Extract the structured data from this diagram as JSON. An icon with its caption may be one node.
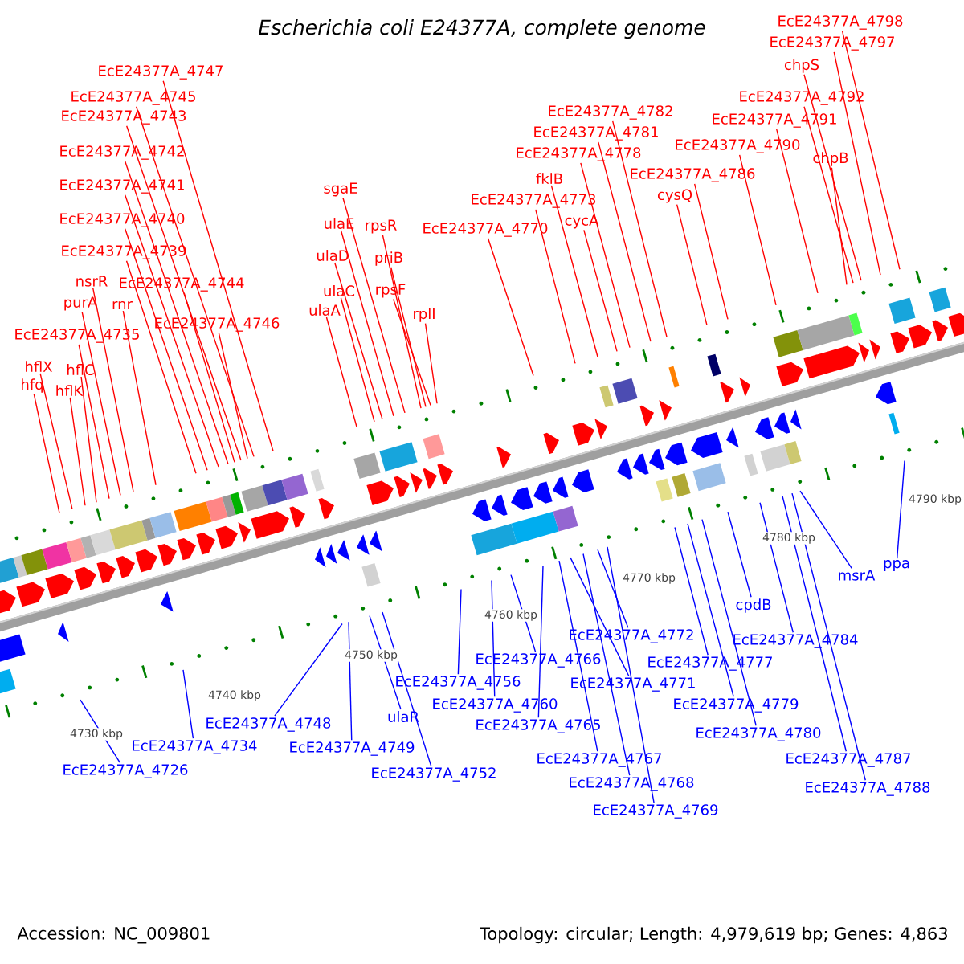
{
  "diagram": {
    "title": "Escherichia coli E24377A, complete genome",
    "nodes": [
      {
        "text": [
          "EcE24377A_4747"
        ]
      },
      {
        "text": [
          "EcE24377A_4745"
        ]
      },
      {
        "text": [
          "EcE24377A_4743"
        ]
      },
      {
        "text": [
          "EcE24377A_4742"
        ]
      },
      {
        "text": [
          "EcE24377A_4741"
        ]
      },
      {
        "text": [
          "EcE24377A_4740"
        ]
      },
      {
        "text": [
          "EcE24377A_4739"
        ]
      },
      {
        "text": [
          "nsrR"
        ]
      },
      {
        "text": [
          "EcE24377A_4744"
        ]
      },
      {
        "text": [
          "purA"
        ]
      },
      {
        "text": [
          "rnr"
        ]
      },
      {
        "text": [
          "EcE24377A_4746"
        ]
      },
      {
        "text": [
          "EcE24377A_4735"
        ]
      },
      {
        "text": [
          "hflX"
        ]
      },
      {
        "text": [
          "hflC"
        ]
      },
      {
        "text": [
          "hfq"
        ]
      },
      {
        "text": [
          "hflK"
        ]
      },
      {
        "text": [
          "sgaE"
        ]
      },
      {
        "text": [
          "ulaE"
        ]
      },
      {
        "text": [
          "rpsR"
        ]
      },
      {
        "text": [
          "ulaD"
        ]
      },
      {
        "text": [
          "priB"
        ]
      },
      {
        "text": [
          "ulaC"
        ]
      },
      {
        "text": [
          "rpsF"
        ]
      },
      {
        "text": [
          "ulaA"
        ]
      },
      {
        "text": [
          "rplI"
        ]
      },
      {
        "text": [
          "EcE24377A_4798"
        ]
      },
      {
        "text": [
          "EcE24377A_4797"
        ]
      },
      {
        "text": [
          "chpS"
        ]
      },
      {
        "text": [
          "EcE24377A_4792"
        ]
      },
      {
        "text": [
          "EcE24377A_4782"
        ]
      },
      {
        "text": [
          "EcE24377A_4791"
        ]
      },
      {
        "text": [
          "EcE24377A_4781"
        ]
      },
      {
        "text": [
          "EcE24377A_4790"
        ]
      },
      {
        "text": [
          "EcE24377A_4778"
        ]
      },
      {
        "text": [
          "chpB"
        ]
      },
      {
        "text": [
          "EcE24377A_4786"
        ]
      },
      {
        "text": [
          "fklB"
        ]
      },
      {
        "text": [
          "cysQ"
        ]
      },
      {
        "text": [
          "EcE24377A_4773"
        ]
      },
      {
        "text": [
          "cycA"
        ]
      },
      {
        "text": [
          "EcE24377A_4770"
        ]
      },
      {
        "text": [
          "ppa"
        ]
      },
      {
        "text": [
          "msrA"
        ]
      },
      {
        "text": [
          "cpdB"
        ]
      },
      {
        "text": [
          "EcE24377A_4772"
        ]
      },
      {
        "text": [
          "EcE24377A_4784"
        ]
      },
      {
        "text": [
          "EcE24377A_4766"
        ]
      },
      {
        "text": [
          "EcE24377A_4777"
        ]
      },
      {
        "text": [
          "EcE24377A_4756"
        ]
      },
      {
        "text": [
          "EcE24377A_4771"
        ]
      },
      {
        "text": [
          "EcE24377A_4760"
        ]
      },
      {
        "text": [
          "EcE24377A_4779"
        ]
      },
      {
        "text": [
          "ulaR"
        ]
      },
      {
        "text": [
          "EcE24377A_4748"
        ]
      },
      {
        "text": [
          "EcE24377A_4765"
        ]
      },
      {
        "text": [
          "EcE24377A_4780"
        ]
      },
      {
        "text": [
          "EcE24377A_4734"
        ]
      },
      {
        "text": [
          "EcE24377A_4749"
        ]
      },
      {
        "text": [
          "EcE24377A_4767"
        ]
      },
      {
        "text": [
          "EcE24377A_4787"
        ]
      },
      {
        "text": [
          "EcE24377A_4726"
        ]
      },
      {
        "text": [
          "EcE24377A_4752"
        ]
      },
      {
        "text": [
          "EcE24377A_4768"
        ]
      },
      {
        "text": [
          "EcE24377A_4788"
        ]
      },
      {
        "text": [
          "EcE24377A_4769"
        ]
      }
    ],
    "edges": [
      {
        "from": 0,
        "to": null,
        "arrow": "none"
      },
      {
        "from": 1,
        "to": null,
        "arrow": "none"
      },
      {
        "from": 2,
        "to": null,
        "arrow": "none"
      },
      {
        "from": 3,
        "to": null,
        "arrow": "none"
      },
      {
        "from": 4,
        "to": null,
        "arrow": "none"
      },
      {
        "from": 5,
        "to": null,
        "arrow": "none"
      },
      {
        "from": 6,
        "to": null,
        "arrow": "none"
      },
      {
        "from": 7,
        "to": null,
        "arrow": "none"
      },
      {
        "from": 8,
        "to": null,
        "arrow": "none"
      },
      {
        "from": 9,
        "to": null,
        "arrow": "none"
      },
      {
        "from": 10,
        "to": null,
        "arrow": "none"
      },
      {
        "from": 11,
        "to": null,
        "arrow": "none"
      },
      {
        "from": 12,
        "to": null,
        "arrow": "none"
      },
      {
        "from": 13,
        "to": null,
        "arrow": "none"
      },
      {
        "from": 14,
        "to": null,
        "arrow": "none"
      },
      {
        "from": 15,
        "to": null,
        "arrow": "none"
      },
      {
        "from": 16,
        "to": null,
        "arrow": "none"
      },
      {
        "from": 17,
        "to": null,
        "arrow": "none"
      },
      {
        "from": 18,
        "to": null,
        "arrow": "none"
      },
      {
        "from": 19,
        "to": null,
        "arrow": "none"
      },
      {
        "from": 20,
        "to": null,
        "arrow": "none"
      },
      {
        "from": 21,
        "to": null,
        "arrow": "none"
      },
      {
        "from": 22,
        "to": null,
        "arrow": "none"
      },
      {
        "from": 23,
        "to": null,
        "arrow": "none"
      },
      {
        "from": 24,
        "to": null,
        "arrow": "none"
      },
      {
        "from": 25,
        "to": null,
        "arrow": "none"
      },
      {
        "from": 26,
        "to": null,
        "arrow": "none"
      },
      {
        "from": 27,
        "to": null,
        "arrow": "none"
      },
      {
        "from": 28,
        "to": null,
        "arrow": "none"
      },
      {
        "from": 29,
        "to": null,
        "arrow": "none"
      },
      {
        "from": 30,
        "to": null,
        "arrow": "none"
      },
      {
        "from": 31,
        "to": null,
        "arrow": "none"
      },
      {
        "from": 32,
        "to": null,
        "arrow": "none"
      },
      {
        "from": 33,
        "to": null,
        "arrow": "none"
      },
      {
        "from": 34,
        "to": null,
        "arrow": "none"
      },
      {
        "from": 35,
        "to": null,
        "arrow": "none"
      },
      {
        "from": 36,
        "to": null,
        "arrow": "none"
      },
      {
        "from": 37,
        "to": null,
        "arrow": "none"
      },
      {
        "from": 38,
        "to": null,
        "arrow": "none"
      },
      {
        "from": 39,
        "to": null,
        "arrow": "none"
      },
      {
        "from": 40,
        "to": null,
        "arrow": "none"
      },
      {
        "from": 41,
        "to": null,
        "arrow": "none"
      },
      {
        "from": 42,
        "to": null,
        "arrow": "none",
        "color": "#0000ff"
      },
      {
        "from": 43,
        "to": null,
        "arrow": "none",
        "color": "#0000ff"
      },
      {
        "from": 44,
        "to": null,
        "arrow": "none",
        "color": "#0000ff"
      },
      {
        "from": 45,
        "to": null,
        "arrow": "none",
        "color": "#0000ff"
      },
      {
        "from": 46,
        "to": null,
        "arrow": "none",
        "color": "#0000ff"
      },
      {
        "from": 47,
        "to": null,
        "arrow": "none",
        "color": "#0000ff"
      },
      {
        "from": 48,
        "to": null,
        "arrow": "none",
        "color": "#0000ff"
      },
      {
        "from": 49,
        "to": null,
        "arrow": "none",
        "color": "#0000ff"
      },
      {
        "from": 50,
        "to": null,
        "arrow": "none",
        "color": "#0000ff"
      },
      {
        "from": 51,
        "to": null,
        "arrow": "none",
        "color": "#0000ff"
      },
      {
        "from": 52,
        "to": null,
        "arrow": "none",
        "color": "#0000ff"
      },
      {
        "from": 53,
        "to": null,
        "arrow": "none",
        "color": "#0000ff"
      },
      {
        "from": 54,
        "to": null,
        "arrow": "none",
        "color": "#0000ff"
      },
      {
        "from": 55,
        "to": null,
        "arrow": "none",
        "color": "#0000ff"
      },
      {
        "from": 56,
        "to": null,
        "arrow": "none",
        "color": "#0000ff"
      },
      {
        "from": 57,
        "to": null,
        "arrow": "none",
        "color": "#0000ff"
      },
      {
        "from": 58,
        "to": null,
        "arrow": "none",
        "color": "#0000ff"
      },
      {
        "from": 59,
        "to": null,
        "arrow": "none",
        "color": "#0000ff"
      },
      {
        "from": 60,
        "to": null,
        "arrow": "none",
        "color": "#0000ff"
      },
      {
        "from": 61,
        "to": null,
        "arrow": "none",
        "color": "#0000ff"
      },
      {
        "from": 62,
        "to": null,
        "arrow": "none",
        "color": "#0000ff"
      },
      {
        "from": 63,
        "to": null,
        "arrow": "none",
        "color": "#0000ff"
      },
      {
        "from": 64,
        "to": null,
        "arrow": "none",
        "color": "#0000ff"
      },
      {
        "from": 65,
        "to": null,
        "arrow": "none",
        "color": "#0000ff"
      }
    ],
    "labels": [
      "4790 kbp",
      "4780 kbp",
      "4770 kbp",
      "4760 kbp",
      "4750 kbp",
      "4740 kbp",
      "4730 kbp",
      "Accession: NC_009801",
      "Topology: circular; Length: 4,979,619 bp; Genes: 4,863"
    ]
  }
}
